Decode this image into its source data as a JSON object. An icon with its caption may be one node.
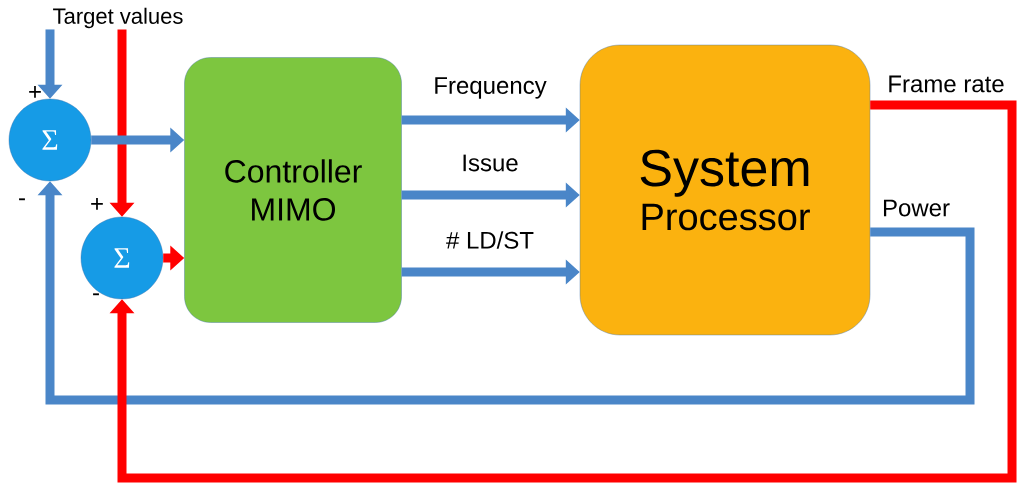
{
  "diagram": {
    "nodes": [
      {
        "text": [
          "Target values"
        ]
      },
      {
        "text": [
          "Σ"
        ],
        "beside": [
          "+",
          "-"
        ]
      },
      {
        "text": [
          "Σ"
        ],
        "beside": [
          "+",
          "-"
        ]
      },
      {
        "text": [
          "Controller MIMO"
        ]
      },
      {
        "text": [
          "System",
          "Processor"
        ]
      }
    ],
    "edges": [
      {
        "from": 0,
        "to": 1,
        "arrow": "to"
      },
      {
        "from": 0,
        "to": 2,
        "arrow": "to",
        "color": "#ff0000"
      },
      {
        "from": 1,
        "to": 3,
        "arrow": "to"
      },
      {
        "from": 2,
        "to": 3,
        "arrow": "to",
        "color": "#ff0000"
      },
      {
        "from": 3,
        "to": 4,
        "arrow": "to",
        "label": "Frequency"
      },
      {
        "from": 3,
        "to": 4,
        "arrow": "to",
        "label": "Issue"
      },
      {
        "from": 3,
        "to": 4,
        "arrow": "to",
        "label": "# LD/ST"
      },
      {
        "from": 4,
        "to": 1,
        "arrow": "to",
        "label": "Power"
      },
      {
        "from": 4,
        "to": 2,
        "arrow": "to",
        "label": "Frame rate",
        "color": "#ff0000"
      }
    ]
  }
}
